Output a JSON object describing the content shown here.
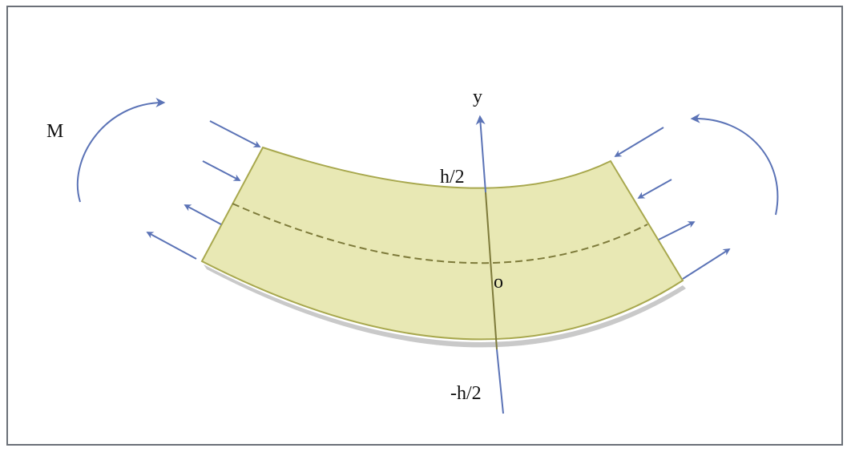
{
  "labels": {
    "moment": "M",
    "y_axis": "y",
    "top_edge": "h/2",
    "origin": "o",
    "bottom_edge": "-h/2"
  },
  "colors": {
    "frame": "#6b7078",
    "beam_fill": "#e8e8b4",
    "beam_stroke": "#a8a84e",
    "neutral_axis": "#7d7a3a",
    "shadow": "#c9c9c9",
    "arrow": "#5b73b6",
    "y_axis": "#5b73b6",
    "y_axis_inner": "#7d7a3a"
  },
  "icons": {
    "moment_arrows": "curved-arrow-icon",
    "stress_arrows": "arrow-icon"
  }
}
